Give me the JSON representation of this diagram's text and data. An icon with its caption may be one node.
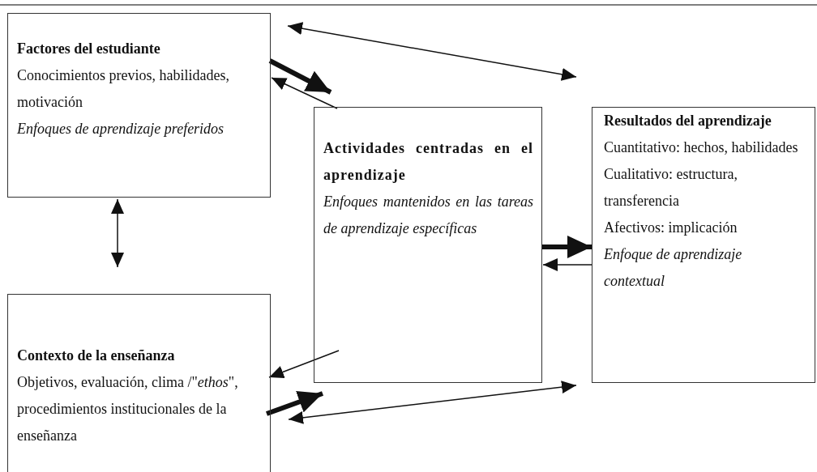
{
  "diagram": {
    "nodes": [
      {
        "text": [
          "Factores del estudiante",
          "Conocimientos previos, habilidades, motivación",
          "Enfoques de aprendizaje preferidos"
        ]
      },
      {
        "text": [
          "Actividades centradas en el aprendizaje",
          "Enfoques mantenidos en las tareas de aprendizaje específicas"
        ]
      },
      {
        "text": [
          "Resultados del aprendizaje",
          "Cuantitativo: hechos, habilidades",
          "Cualitativo: estructura, transferencia",
          "Afectivos: implicación",
          "Enfoque de aprendizaje contextual"
        ]
      },
      {
        "text": [
          "Contexto de la enseñanza",
          "Objetivos, evaluación, clima /\"*ethos*\", procedimientos institucionales de la enseñanza"
        ]
      }
    ],
    "edges": [
      {
        "from": 0,
        "to": 1,
        "arrow": "to",
        "style": "thick"
      },
      {
        "from": 1,
        "to": 0,
        "arrow": "to"
      },
      {
        "from": 0,
        "to": 2,
        "arrow": "both"
      },
      {
        "from": 0,
        "to": 3,
        "arrow": "both"
      },
      {
        "from": 1,
        "to": 2,
        "arrow": "to",
        "style": "thick"
      },
      {
        "from": 2,
        "to": 1,
        "arrow": "to"
      },
      {
        "from": 1,
        "to": 3,
        "arrow": "to"
      },
      {
        "from": 3,
        "to": 1,
        "arrow": "to",
        "style": "thick"
      },
      {
        "from": 3,
        "to": 2,
        "arrow": "both"
      }
    ]
  }
}
